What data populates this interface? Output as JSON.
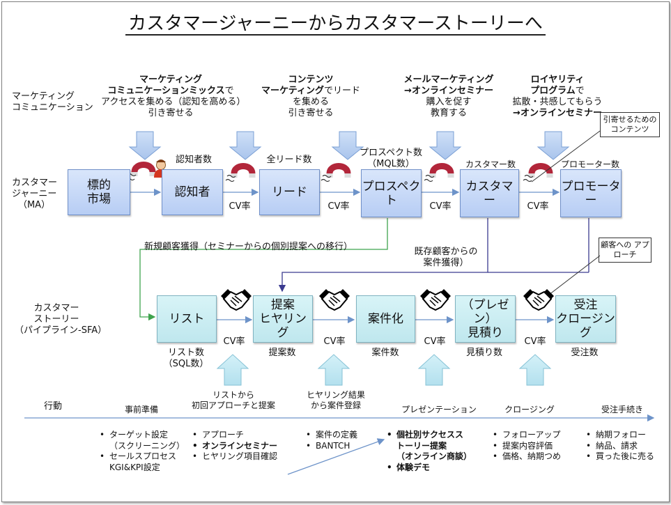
{
  "title": "カスタマージャーニーからカスタマーストーリーへ",
  "rows": {
    "mc": [
      "マーケティング",
      "コミュニケーション"
    ],
    "journey": [
      "カスタマー",
      "ジャーニー",
      "（MA）"
    ],
    "story": [
      "カスタマー",
      "ストーリー",
      "（パイプライン-SFA）"
    ]
  },
  "mc_labels": [
    {
      "parts": [
        {
          "b": "マーケティング"
        },
        {
          "b": "コミュニケーションミックス",
          "t": "で"
        },
        {
          "t": "アクセスを集める（認知を高める）"
        },
        {
          "t": "引き寄せる"
        }
      ]
    },
    {
      "parts": [
        {
          "b": "コンテンツ"
        },
        {
          "b": "マーケティング",
          "t": "でリード"
        },
        {
          "t": "を集める"
        },
        {
          "t": "引き寄せる"
        }
      ]
    },
    {
      "parts": [
        {
          "b": "メールマーケティング"
        },
        {
          "b": "→オンラインセミナー"
        },
        {
          "t": "購入を促す"
        },
        {
          "t": "教育する"
        }
      ]
    },
    {
      "parts": [
        {
          "b": "ロイヤリティ"
        },
        {
          "b": "プログラム",
          "t": "で"
        },
        {
          "t": "拡散・共感してもらう"
        },
        {
          "b": "→オンラインセミナー"
        }
      ]
    }
  ],
  "journey_boxes": [
    "標的\n市場",
    "認知者",
    "リード",
    "プロスペクト",
    "カスタマー",
    "プロモーター"
  ],
  "journey_counts": [
    "認知者数",
    "全リード数",
    "プロスペクト数\n（MQL数）",
    "カスタマー数",
    "プロモーター数"
  ],
  "cv": "CV率",
  "callouts": {
    "top": "引寄せるための\nコンテンツ",
    "bottom": "顧客への\nアプローチ"
  },
  "flows": {
    "new": "新規顧客獲得（セミナーからの個別提案への移行）",
    "existing": "既存顧客からの\n案件獲得）"
  },
  "story_boxes": [
    "リスト",
    "提案\nヒヤリング",
    "案件化",
    "（プレゼン）\n見積り",
    "受注\nクロージング"
  ],
  "story_counts": [
    "リスト数\n（SQL数）",
    "提案数",
    "案件数",
    "見積り数",
    "受注数"
  ],
  "up_labels": [
    "リストから\n初回アプローチと提案",
    "ヒヤリング結果\nから案件登録"
  ],
  "actions": {
    "label": "行動",
    "phases": [
      "事前準備",
      "初回アプローチと提案",
      "ヒヤリング結果から案件登録",
      "プレゼンテーション",
      "クロージング",
      "受注手続き"
    ]
  },
  "lists": [
    [
      {
        "t": "ターゲット設定"
      },
      {
        "t": "（スクリーニング）",
        "cont": true
      },
      {
        "t": "セールスプロセス"
      },
      {
        "t": "KGI&KPI設定",
        "cont": true
      }
    ],
    [
      {
        "t": "アプローチ"
      },
      {
        "t": "オンラインセミナー",
        "bold": true
      },
      {
        "t": "ヒヤリング項目確認"
      }
    ],
    [
      {
        "t": "案件の定義"
      },
      {
        "t": "BANTCH"
      }
    ],
    [
      {
        "t": "個社別サクセスス",
        "bold": true
      },
      {
        "t": "トーリー提案",
        "bold": true,
        "cont": true
      },
      {
        "t": "（オンライン商談）",
        "bold": true,
        "cont": true
      },
      {
        "t": "体験デモ",
        "bold": true
      }
    ],
    [
      {
        "t": "フォローアップ"
      },
      {
        "t": "提案内容評価"
      },
      {
        "t": "価格、納期つめ"
      }
    ],
    [
      {
        "t": "納期フォロー"
      },
      {
        "t": "納品、請求"
      },
      {
        "t": "買った後に売る"
      }
    ]
  ],
  "colors": {
    "box": "#c6d9f5",
    "box_story": "#cdeef3",
    "arrow": "#7fa4c8",
    "green": "#4caf50",
    "navy": "#3a3a8f"
  }
}
